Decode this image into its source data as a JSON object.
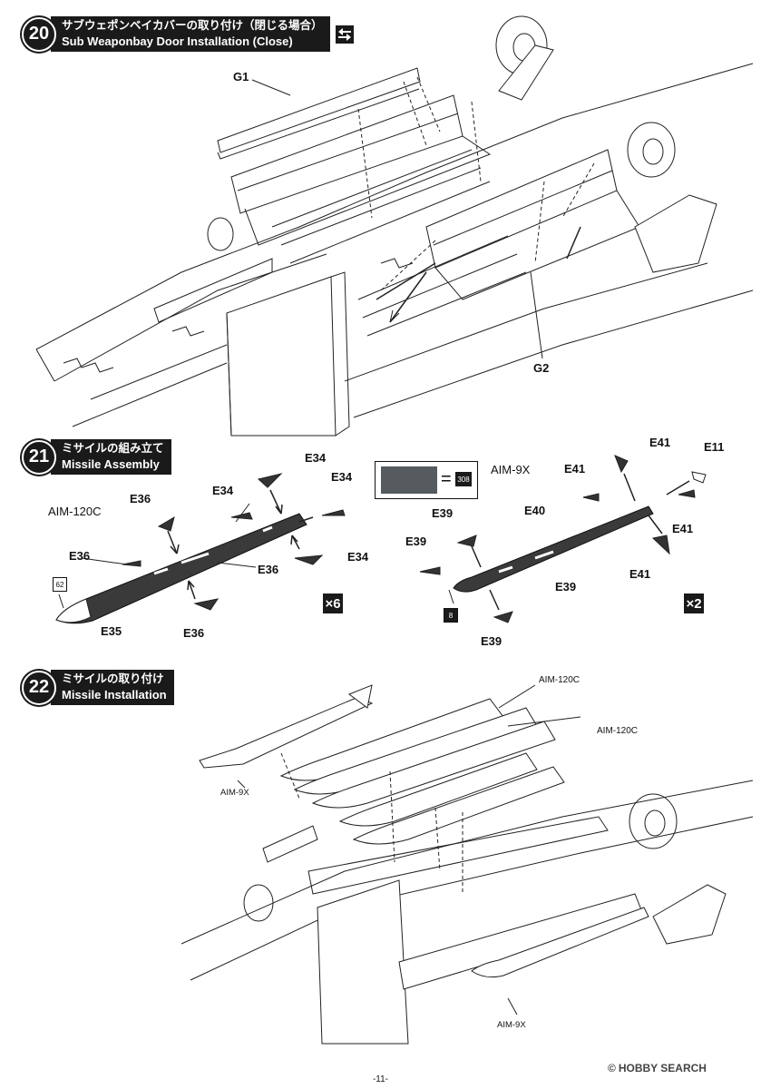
{
  "steps": [
    {
      "number": "20",
      "title_jp": "サブウェポンベイカバーの取り付け（閉じる場合）",
      "title_en": "Sub Weaponbay Door Installation (Close)"
    },
    {
      "number": "21",
      "title_jp": "ミサイルの組み立て",
      "title_en": "Missile Assembly"
    },
    {
      "number": "22",
      "title_jp": "ミサイルの取り付け",
      "title_en": "Missile Installation"
    }
  ],
  "step20": {
    "labels": {
      "g1": "G1",
      "g2": "G2"
    }
  },
  "step21": {
    "aim120c": {
      "name": "AIM-120C",
      "multiplier": "×6",
      "paint_code": "62",
      "labels": {
        "e34_a": "E34",
        "e34_b": "E34",
        "e34_c": "E34",
        "e34_d": "E34",
        "e36_a": "E36",
        "e36_b": "E36",
        "e36_c": "E36",
        "e36_d": "E36",
        "e35": "E35"
      }
    },
    "aim9x": {
      "name": "AIM-9X",
      "multiplier": "×2",
      "paint_code": "8",
      "labels": {
        "e41_a": "E41",
        "e41_b": "E41",
        "e41_c": "E41",
        "e41_d": "E41",
        "e11": "E11",
        "e40": "E40",
        "e39_a": "E39",
        "e39_b": "E39",
        "e39_c": "E39",
        "e39_d": "E39"
      }
    },
    "color_chip": {
      "code": "308",
      "color": "#555b5e"
    }
  },
  "step22": {
    "labels": {
      "aim120c_a": "AIM-120C",
      "aim120c_b": "AIM-120C",
      "aim9x_a": "AIM-9X",
      "aim9x_b": "AIM-9X"
    }
  },
  "footer": {
    "page": "-11-",
    "watermark": "HOBBY SEARCH"
  }
}
